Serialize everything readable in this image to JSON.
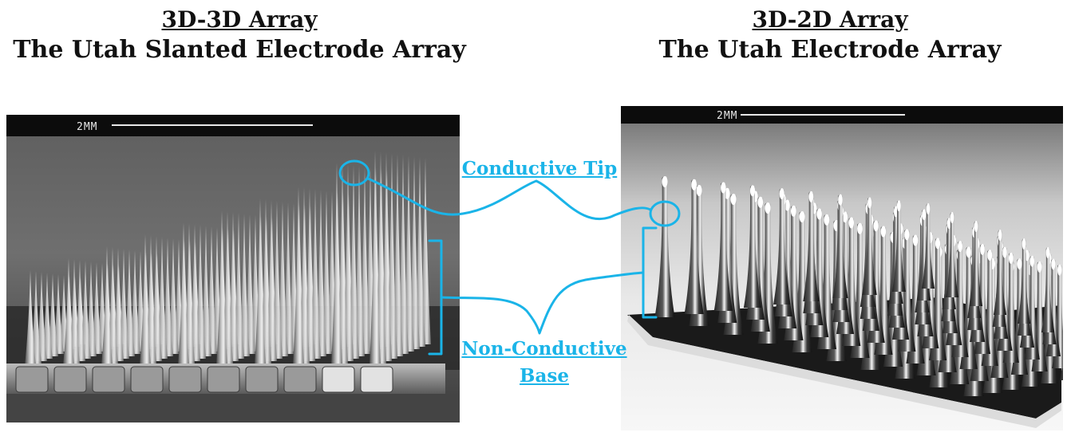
{
  "left": {
    "title_line1": "3D-3D Array",
    "title_line2": "The Utah Slanted Electrode Array",
    "scale_label": "2MM"
  },
  "right": {
    "title_line1": "3D-2D Array",
    "title_line2": "The Utah Electrode Array",
    "scale_label": "2MM"
  },
  "annotations": {
    "tip_label": "Conductive Tip",
    "base_label_line1": "Non-Conductive",
    "base_label_line2": "Base",
    "accent_color": "#1ab4e8"
  }
}
